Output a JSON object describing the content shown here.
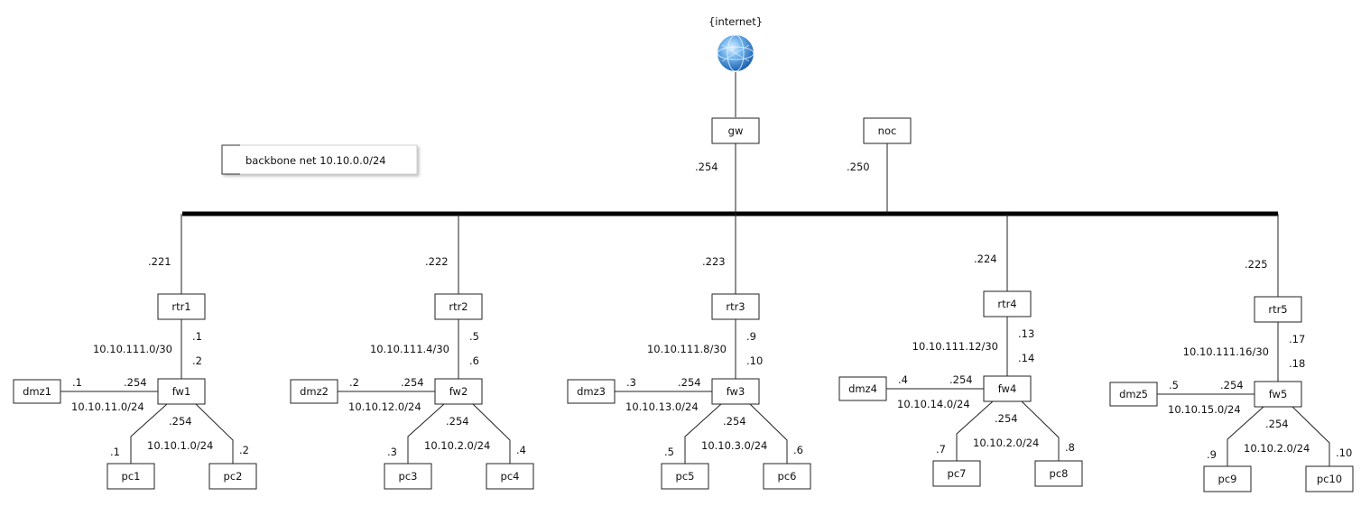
{
  "internet": {
    "label": "{internet}",
    "icon": "globe-icon"
  },
  "gw": {
    "label": "gw",
    "ip": ".254"
  },
  "noc": {
    "label": "noc",
    "ip": ".250"
  },
  "backbone_note": "backbone net 10.10.0.0/24",
  "sites": [
    {
      "rtr": "rtr1",
      "rtr_ip": ".221",
      "link_net": "10.10.111.0/30",
      "rtr_link": ".1",
      "fw_link": ".2",
      "fw": "fw1",
      "dmz": "dmz1",
      "dmz_ip": ".1",
      "fw_dmz": ".254",
      "dmz_net": "10.10.11.0/24",
      "fw_lan": ".254",
      "lan_net": "10.10.1.0/24",
      "pcs": [
        {
          "label": "pc1",
          "ip": ".1"
        },
        {
          "label": "pc2",
          "ip": ".2"
        }
      ]
    },
    {
      "rtr": "rtr2",
      "rtr_ip": ".222",
      "link_net": "10.10.111.4/30",
      "rtr_link": ".5",
      "fw_link": ".6",
      "fw": "fw2",
      "dmz": "dmz2",
      "dmz_ip": ".2",
      "fw_dmz": ".254",
      "dmz_net": "10.10.12.0/24",
      "fw_lan": ".254",
      "lan_net": "10.10.2.0/24",
      "pcs": [
        {
          "label": "pc3",
          "ip": ".3"
        },
        {
          "label": "pc4",
          "ip": ".4"
        }
      ]
    },
    {
      "rtr": "rtr3",
      "rtr_ip": ".223",
      "link_net": "10.10.111.8/30",
      "rtr_link": ".9",
      "fw_link": ".10",
      "fw": "fw3",
      "dmz": "dmz3",
      "dmz_ip": ".3",
      "fw_dmz": ".254",
      "dmz_net": "10.10.13.0/24",
      "fw_lan": ".254",
      "lan_net": "10.10.3.0/24",
      "pcs": [
        {
          "label": "pc5",
          "ip": ".5"
        },
        {
          "label": "pc6",
          "ip": ".6"
        }
      ]
    },
    {
      "rtr": "rtr4",
      "rtr_ip": ".224",
      "link_net": "10.10.111.12/30",
      "rtr_link": ".13",
      "fw_link": ".14",
      "fw": "fw4",
      "dmz": "dmz4",
      "dmz_ip": ".4",
      "fw_dmz": ".254",
      "dmz_net": "10.10.14.0/24",
      "fw_lan": ".254",
      "lan_net": "10.10.2.0/24",
      "pcs": [
        {
          "label": "pc7",
          "ip": ".7"
        },
        {
          "label": "pc8",
          "ip": ".8"
        }
      ]
    },
    {
      "rtr": "rtr5",
      "rtr_ip": ".225",
      "link_net": "10.10.111.16/30",
      "rtr_link": ".17",
      "fw_link": ".18",
      "fw": "fw5",
      "dmz": "dmz5",
      "dmz_ip": ".5",
      "fw_dmz": ".254",
      "dmz_net": "10.10.15.0/24",
      "fw_lan": ".254",
      "lan_net": "10.10.2.0/24",
      "pcs": [
        {
          "label": "pc9",
          "ip": ".9"
        },
        {
          "label": "pc10",
          "ip": ".10"
        }
      ]
    }
  ]
}
